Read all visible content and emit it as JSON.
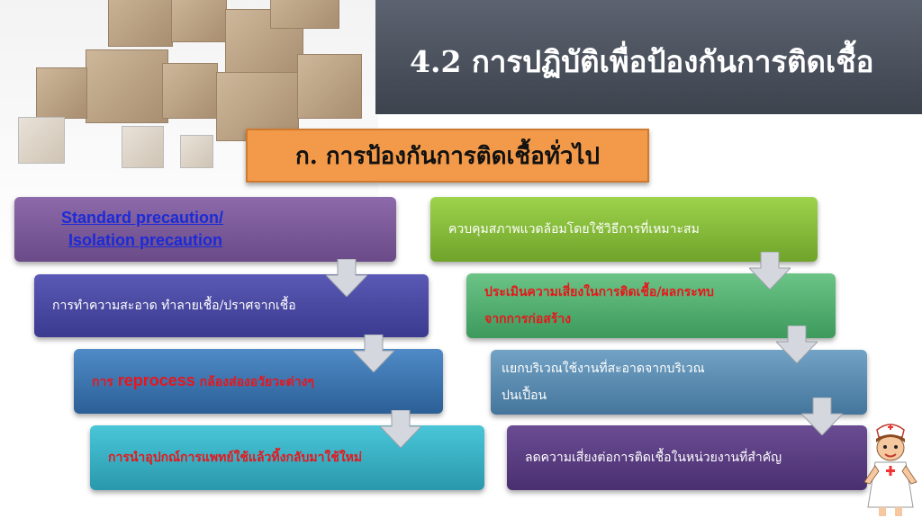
{
  "title": "4.2 การปฏิบัติเพื่อป้องกันการติดเชื้อ",
  "subtitle": "ก. การป้องกันการติดเชื้อทั่วไป",
  "left_flow": {
    "box1": {
      "line1": "Standard precaution/",
      "line2": "Isolation precaution"
    },
    "box2": "การทำความสะอาด ทำลายเชื้อ/ปราศจากเชื้อ",
    "box3": {
      "prefix": "การ ",
      "highlight": "reprocess",
      "suffix": " กล้องส่องอวัยวะต่างๆ"
    },
    "box4": "การนำอุปกณ์การแพทย์ใช้แล้วทิ้งกลับมาใช้ใหม่"
  },
  "right_flow": {
    "box1": "ควบคุมสภาพแวดล้อมโดยใช้วิธีการที่เหมาะสม",
    "box2": {
      "line1": "ประเมินความเสี่ยงในการติดเชื้อ/ผลกระทบ",
      "line2": "จากการก่อสร้าง"
    },
    "box3": {
      "line1": "แยกบริเวณใช้งานที่สะอาดจากบริเวณ",
      "line2": "ปนเปื้อน"
    },
    "box4": "ลดความเสี่ยงต่อการติดเชื้อในหน่วยงานที่สำคัญ"
  },
  "colors": {
    "header": "#3d434d",
    "subtitle_bg": "#f39a4a",
    "highlight_red": "#e8161b",
    "link_blue": "#1b2bd6"
  }
}
